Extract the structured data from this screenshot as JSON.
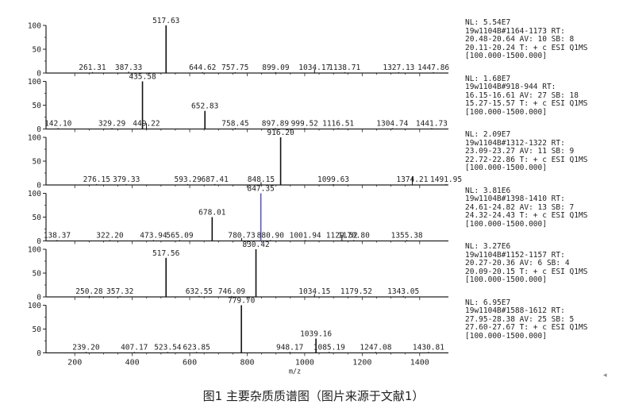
{
  "figure": {
    "caption": "图1 主要杂质质谱图（图片来源于文献1）",
    "xlabel": "m/z",
    "colors": {
      "axis": "#222222",
      "peak": "#111111",
      "highlight_peak": "#5a5ab0",
      "minor_peak": "#3a8a3a",
      "text": "#222222"
    }
  },
  "chart_data": [
    {
      "type": "bar",
      "xlim": [
        100,
        1500
      ],
      "ylim": [
        0,
        100
      ],
      "yticks": [
        "100",
        "50",
        "0"
      ],
      "info": [
        "NL: 5.54E7",
        "19w1104B#1164-1173 RT:",
        "20.48-20.64 AV: 10 SB: 8",
        "20.11-20.24 T: + c ESI Q1MS",
        "[100.000-1500.000]"
      ],
      "peaks": [
        {
          "x": 517.63,
          "y": 100,
          "label": "517.63"
        },
        {
          "x": 261.31,
          "y": 2,
          "label": "261.31"
        },
        {
          "x": 387.33,
          "y": 3,
          "label": "387.33"
        },
        {
          "x": 644.62,
          "y": 2,
          "label": "644.62"
        },
        {
          "x": 757.75,
          "y": 2,
          "label": "757.75"
        },
        {
          "x": 899.09,
          "y": 2,
          "label": "899.09"
        },
        {
          "x": 1034.17,
          "y": 8,
          "label": "1034.17"
        },
        {
          "x": 1138.71,
          "y": 2,
          "label": "1138.71"
        },
        {
          "x": 1327.13,
          "y": 2,
          "label": "1327.13"
        },
        {
          "x": 1447.86,
          "y": 2,
          "label": "1447.86"
        }
      ]
    },
    {
      "type": "bar",
      "xlim": [
        100,
        1500
      ],
      "ylim": [
        0,
        100
      ],
      "yticks": [
        "100",
        "50",
        "0"
      ],
      "info": [
        "NL: 1.68E7",
        "19w1104B#918-944 RT:",
        "16.15-16.61 AV: 27 SB: 18",
        "15.27-15.57 T: + c ESI Q1MS",
        "[100.000-1500.000]"
      ],
      "peaks": [
        {
          "x": 435.58,
          "y": 100,
          "label": "435.58"
        },
        {
          "x": 449.22,
          "y": 12,
          "label": "449.22"
        },
        {
          "x": 652.83,
          "y": 38,
          "label": "652.83"
        },
        {
          "x": 142.1,
          "y": 2,
          "label": "142.10"
        },
        {
          "x": 329.29,
          "y": 2,
          "label": "329.29"
        },
        {
          "x": 758.45,
          "y": 2,
          "label": "758.45"
        },
        {
          "x": 897.89,
          "y": 2,
          "label": "897.89"
        },
        {
          "x": 999.52,
          "y": 2,
          "label": "999.52"
        },
        {
          "x": 1116.51,
          "y": 2,
          "label": "1116.51"
        },
        {
          "x": 1304.74,
          "y": 2,
          "label": "1304.74"
        },
        {
          "x": 1441.73,
          "y": 2,
          "label": "1441.73"
        }
      ]
    },
    {
      "type": "bar",
      "xlim": [
        100,
        1500
      ],
      "ylim": [
        0,
        100
      ],
      "yticks": [
        "100",
        "50",
        "0"
      ],
      "info": [
        "NL: 2.09E7",
        "19w1104B#1312-1322 RT:",
        "23.09-23.27 AV: 11 SB: 9",
        "22.72-22.86 T: + c ESI Q1MS",
        "[100.000-1500.000]"
      ],
      "peaks": [
        {
          "x": 916.2,
          "y": 100,
          "label": "916.20"
        },
        {
          "x": 848.15,
          "y": 6,
          "label": "848.15"
        },
        {
          "x": 1374.21,
          "y": 18,
          "label": "1374.21"
        },
        {
          "x": 276.15,
          "y": 2,
          "label": "276.15"
        },
        {
          "x": 379.33,
          "y": 2,
          "label": "379.33"
        },
        {
          "x": 593.29,
          "y": 2,
          "label": "593.29"
        },
        {
          "x": 687.41,
          "y": 2,
          "label": "687.41"
        },
        {
          "x": 1099.63,
          "y": 2,
          "label": "1099.63"
        },
        {
          "x": 1491.95,
          "y": 2,
          "label": "1491.95"
        }
      ]
    },
    {
      "type": "bar",
      "xlim": [
        100,
        1500
      ],
      "ylim": [
        0,
        100
      ],
      "yticks": [
        "100",
        "50",
        "0"
      ],
      "info": [
        "NL: 3.81E6",
        "19w1104B#1398-1410 RT:",
        "24.61-24.82 AV: 13 SB: 7",
        "24.32-24.43 T: + c ESI Q1MS",
        "[100.000-1500.000]"
      ],
      "peaks": [
        {
          "x": 847.35,
          "y": 100,
          "label": "847.35",
          "highlight": true
        },
        {
          "x": 678.01,
          "y": 50,
          "label": "678.01"
        },
        {
          "x": 1129.52,
          "y": 12,
          "label": "1129.52"
        },
        {
          "x": 138.37,
          "y": 2,
          "label": "138.37"
        },
        {
          "x": 322.2,
          "y": 2,
          "label": "322.20"
        },
        {
          "x": 473.94,
          "y": 2,
          "label": "473.94"
        },
        {
          "x": 565.09,
          "y": 2,
          "label": "565.09"
        },
        {
          "x": 780.73,
          "y": 6,
          "label": "780.73"
        },
        {
          "x": 880.9,
          "y": 2,
          "label": "880.90"
        },
        {
          "x": 1001.94,
          "y": 2,
          "label": "1001.94"
        },
        {
          "x": 1170.8,
          "y": 2,
          "label": "1170.80"
        },
        {
          "x": 1355.38,
          "y": 2,
          "label": "1355.38"
        }
      ]
    },
    {
      "type": "bar",
      "xlim": [
        100,
        1500
      ],
      "ylim": [
        0,
        100
      ],
      "yticks": [
        "100",
        "50",
        "0"
      ],
      "info": [
        "NL: 3.27E6",
        "19w1104B#1152-1157 RT:",
        "20.27-20.36 AV: 6 SB: 4",
        "20.09-20.15 T: + c ESI Q1MS",
        "[100.000-1500.000]"
      ],
      "peaks": [
        {
          "x": 830.42,
          "y": 100,
          "label": "830.42"
        },
        {
          "x": 517.56,
          "y": 82,
          "label": "517.56"
        },
        {
          "x": 250.28,
          "y": 2,
          "label": "250.28"
        },
        {
          "x": 357.32,
          "y": 2,
          "label": "357.32"
        },
        {
          "x": 632.55,
          "y": 2,
          "label": "632.55"
        },
        {
          "x": 746.09,
          "y": 2,
          "label": "746.09"
        },
        {
          "x": 1034.15,
          "y": 6,
          "label": "1034.15"
        },
        {
          "x": 1179.52,
          "y": 2,
          "label": "1179.52"
        },
        {
          "x": 1343.05,
          "y": 2,
          "label": "1343.05"
        }
      ]
    },
    {
      "type": "bar",
      "xlim": [
        100,
        1500
      ],
      "ylim": [
        0,
        100
      ],
      "yticks": [
        "100",
        "50",
        "0"
      ],
      "xticks": [
        "200",
        "400",
        "600",
        "800",
        "1000",
        "1200",
        "1400"
      ],
      "info": [
        "NL: 6.95E7",
        "19w1104B#1588-1612 RT:",
        "27.95-28.38 AV: 25 SB: 5",
        "27.60-27.67 T: + c ESI Q1MS",
        "[100.000-1500.000]"
      ],
      "peaks": [
        {
          "x": 779.7,
          "y": 100,
          "label": "779.70"
        },
        {
          "x": 1039.16,
          "y": 30,
          "label": "1039.16"
        },
        {
          "x": 239.2,
          "y": 2,
          "label": "239.20"
        },
        {
          "x": 407.17,
          "y": 2,
          "label": "407.17"
        },
        {
          "x": 523.54,
          "y": 2,
          "label": "523.54"
        },
        {
          "x": 623.85,
          "y": 2,
          "label": "623.85"
        },
        {
          "x": 948.17,
          "y": 2,
          "label": "948.17"
        },
        {
          "x": 1085.19,
          "y": 2,
          "label": "1085.19"
        },
        {
          "x": 1247.08,
          "y": 2,
          "label": "1247.08"
        },
        {
          "x": 1430.81,
          "y": 2,
          "label": "1430.81"
        }
      ]
    }
  ]
}
